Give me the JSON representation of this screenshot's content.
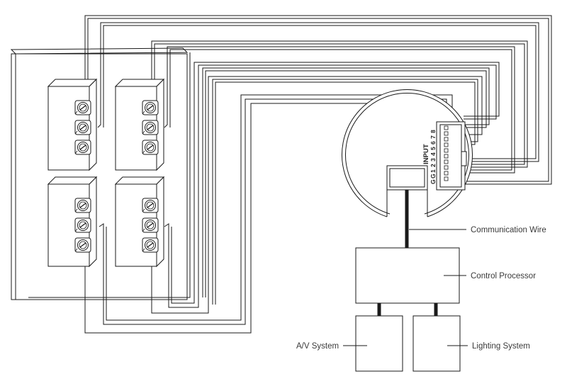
{
  "labels": {
    "communication_wire": "Communication Wire",
    "control_processor": "Control Processor",
    "av_system": "A/V System",
    "lighting_system": "Lighting System",
    "input": "INPUT",
    "pins": [
      "G",
      "G",
      "1",
      "2",
      "3",
      "4",
      "5",
      "6",
      "7",
      "8"
    ]
  },
  "colors": {
    "line": "#1a1a1a",
    "background": "#ffffff"
  }
}
